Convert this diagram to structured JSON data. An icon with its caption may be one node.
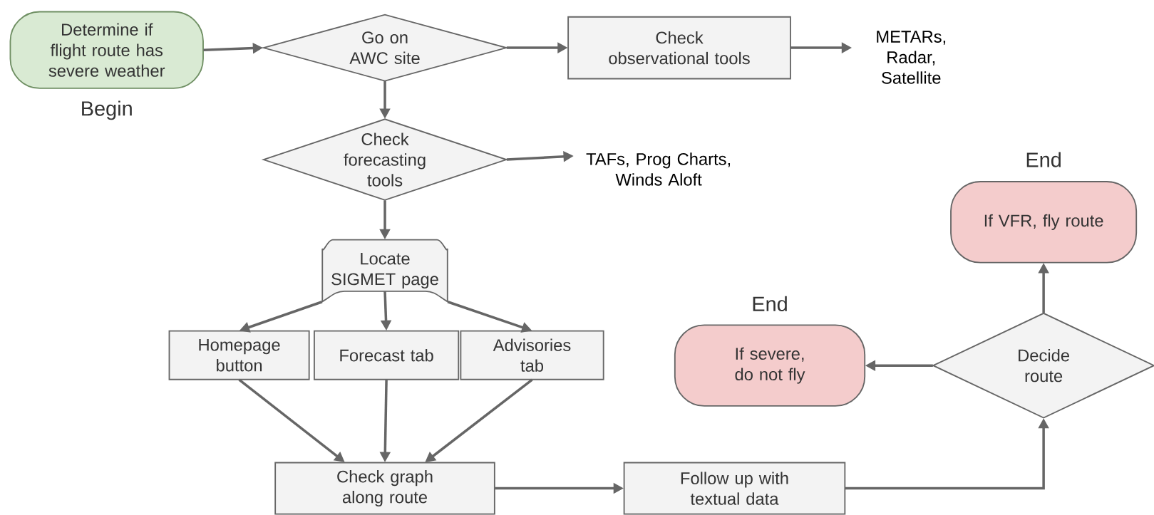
{
  "diagram": {
    "nodes": [
      {
        "text": [
          "Determine if flight route has severe weather"
        ],
        "beside": [
          "Begin"
        ]
      },
      {
        "text": [
          "Go on AWC site"
        ]
      },
      {
        "text": [
          "Check observational tools"
        ]
      },
      {
        "text": [
          "METARs, Radar, Satellite"
        ]
      },
      {
        "text": [
          "Check forecasting tools"
        ]
      },
      {
        "text": [
          "TAFs, Prog Charts, Winds Aloft"
        ]
      },
      {
        "text": [
          "Locate SIGMET page"
        ]
      },
      {
        "text": [
          "Homepage button"
        ]
      },
      {
        "text": [
          "Forecast tab"
        ]
      },
      {
        "text": [
          "Advisories tab"
        ]
      },
      {
        "text": [
          "Check graph along route"
        ]
      },
      {
        "text": [
          "Follow up with textual data"
        ]
      },
      {
        "text": [
          "Decide route"
        ]
      },
      {
        "text": [
          "If severe, do not fly"
        ],
        "beside": [
          "End"
        ]
      },
      {
        "text": [
          "If VFR, fly route"
        ],
        "beside": [
          "End"
        ]
      }
    ],
    "edges": [
      {
        "from": 0,
        "to": 1,
        "arrow": "to"
      },
      {
        "from": 1,
        "to": 2,
        "arrow": "to"
      },
      {
        "from": 2,
        "to": 3,
        "arrow": "to"
      },
      {
        "from": 1,
        "to": 4,
        "arrow": "to"
      },
      {
        "from": 4,
        "to": 5,
        "arrow": "to"
      },
      {
        "from": 4,
        "to": 6,
        "arrow": "to"
      },
      {
        "from": 6,
        "to": 7,
        "arrow": "to"
      },
      {
        "from": 6,
        "to": 8,
        "arrow": "to"
      },
      {
        "from": 6,
        "to": 9,
        "arrow": "to"
      },
      {
        "from": 7,
        "to": 10,
        "arrow": "to"
      },
      {
        "from": 8,
        "to": 10,
        "arrow": "to"
      },
      {
        "from": 9,
        "to": 10,
        "arrow": "to"
      },
      {
        "from": 10,
        "to": 11,
        "arrow": "to"
      },
      {
        "from": 11,
        "to": 12,
        "arrow": "to"
      },
      {
        "from": 12,
        "to": 13,
        "arrow": "to"
      },
      {
        "from": 12,
        "to": 14,
        "arrow": "to"
      }
    ]
  }
}
